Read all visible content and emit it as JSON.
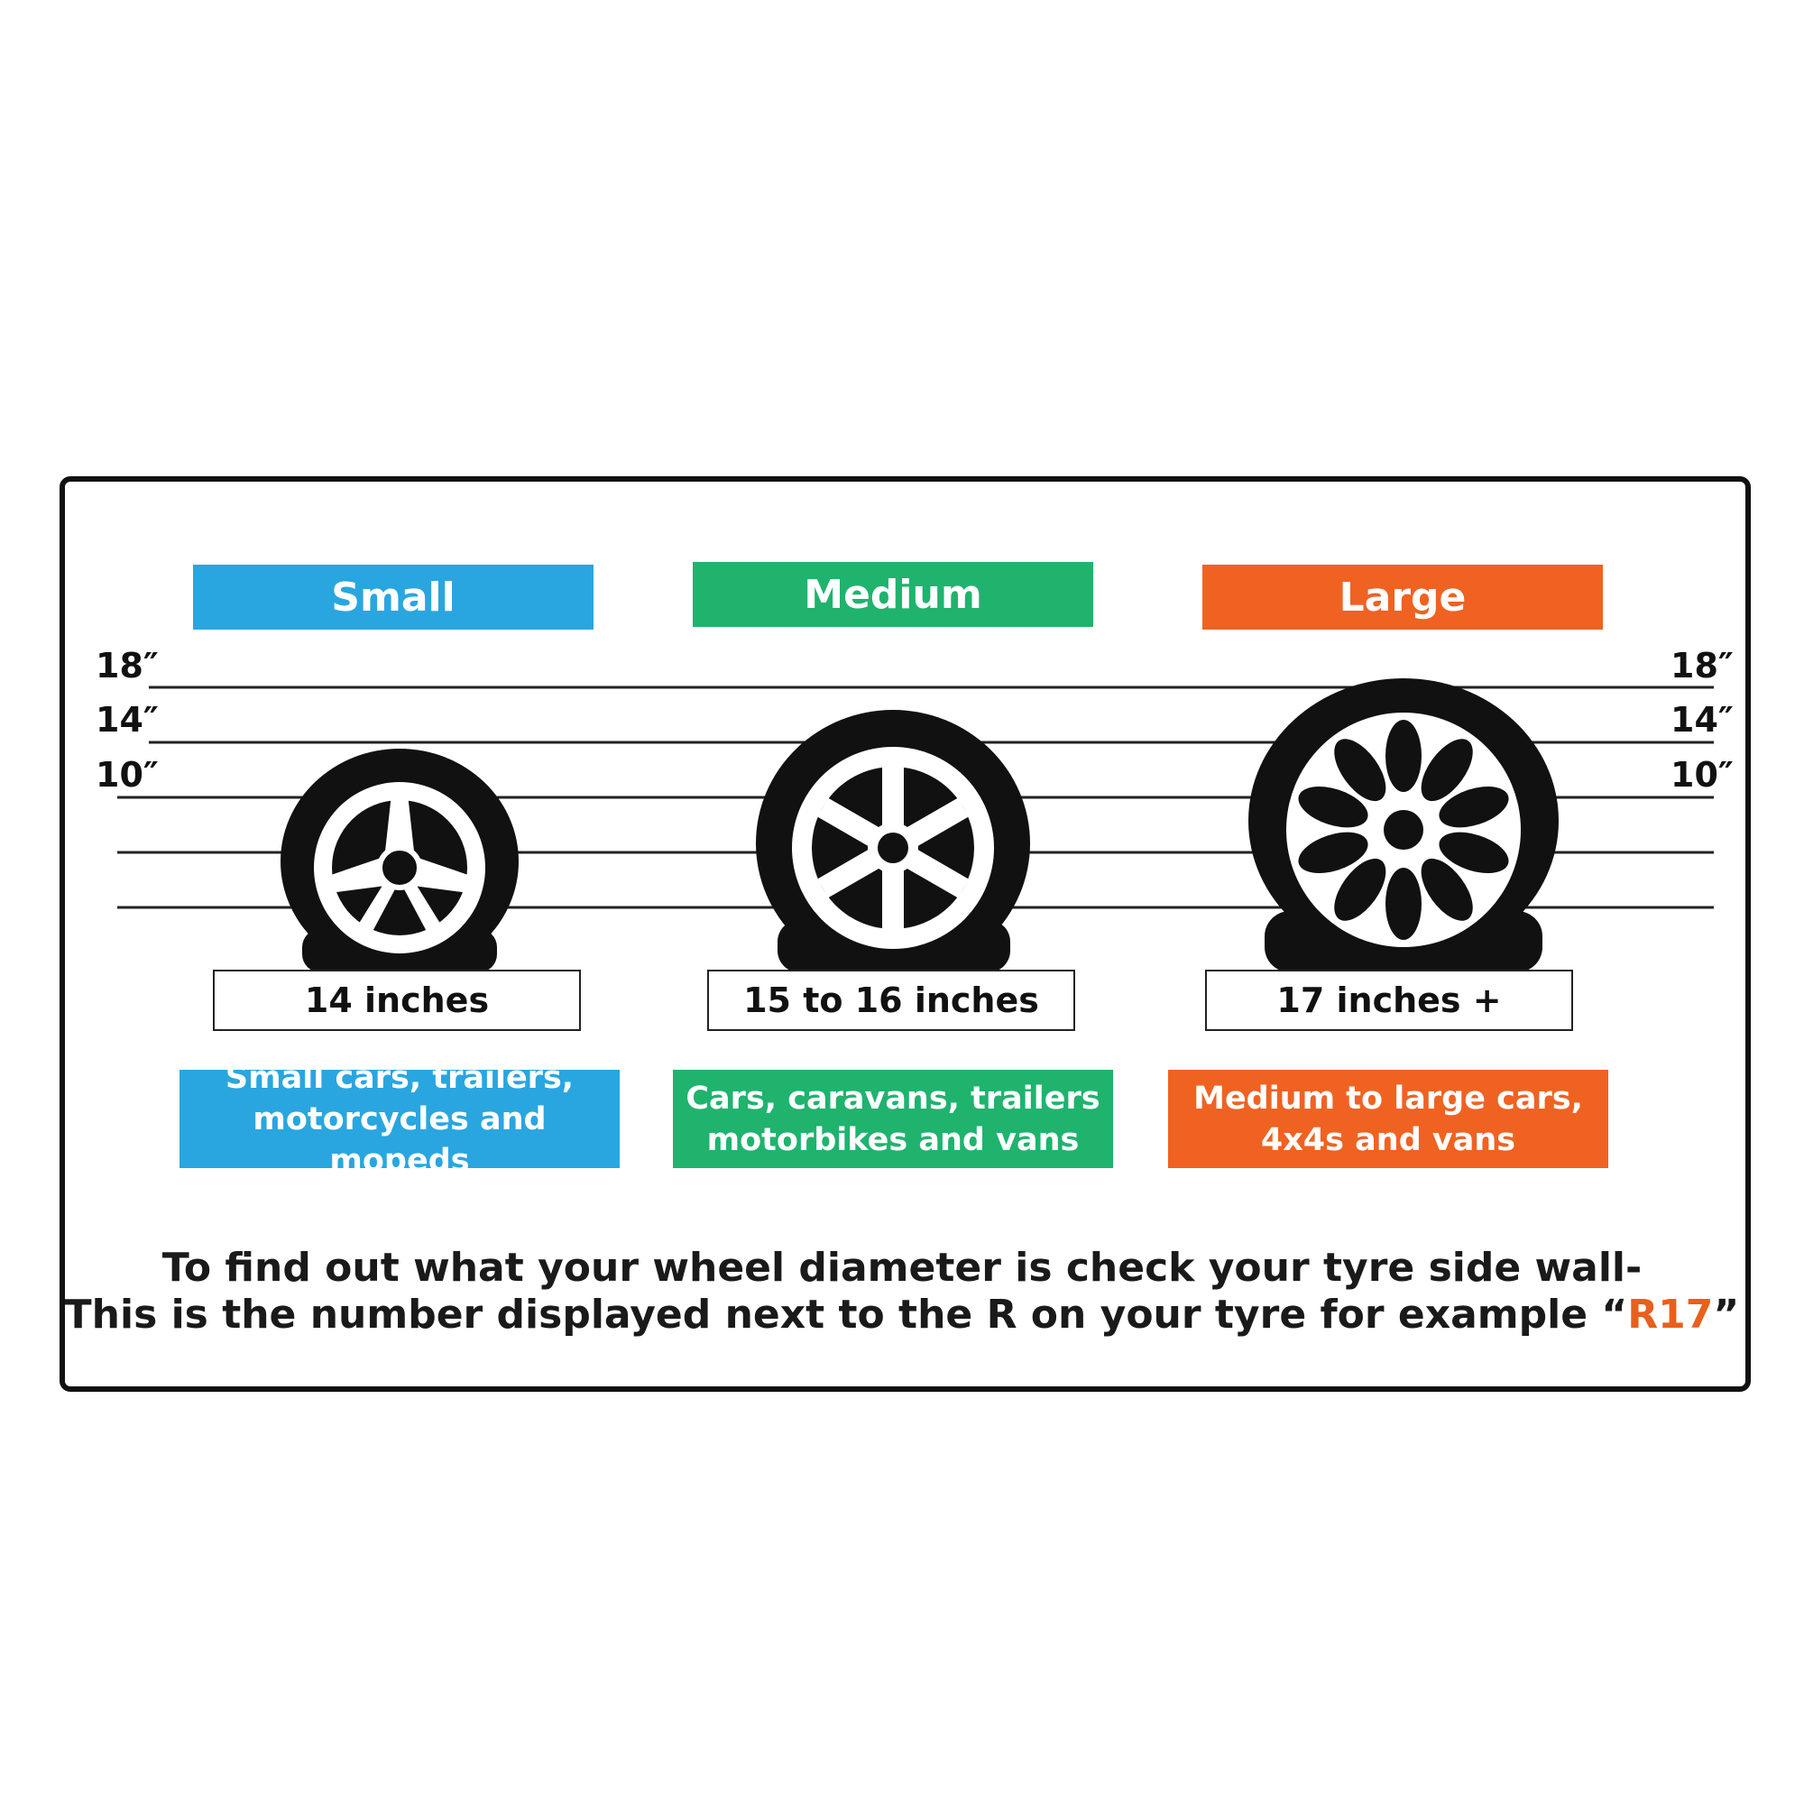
{
  "scale_labels": {
    "l18": "18″",
    "l14": "14″",
    "l10": "10″"
  },
  "categories": [
    {
      "title": "Small",
      "color": "#29a6df",
      "size": "14 inches",
      "desc_line1": "Small cars, trailers,",
      "desc_line2": "motorcycles and mopeds"
    },
    {
      "title": "Medium",
      "color": "#1fb36e",
      "size": "15 to 16 inches",
      "desc_line1": "Cars, caravans, trailers",
      "desc_line2": "motorbikes and vans"
    },
    {
      "title": "Large",
      "color": "#ef6222",
      "size": "17 inches +",
      "desc_line1": "Medium to large cars,",
      "desc_line2": "4x4s and vans"
    }
  ],
  "footer": {
    "line1": "To find out what your wheel diameter is check your tyre side wall-",
    "line2_prefix": "This is the number displayed next to the R on your tyre for example “",
    "line2_highlight": "R17",
    "line2_suffix": "”"
  },
  "icons": {
    "tyre": "tyre-icon"
  }
}
